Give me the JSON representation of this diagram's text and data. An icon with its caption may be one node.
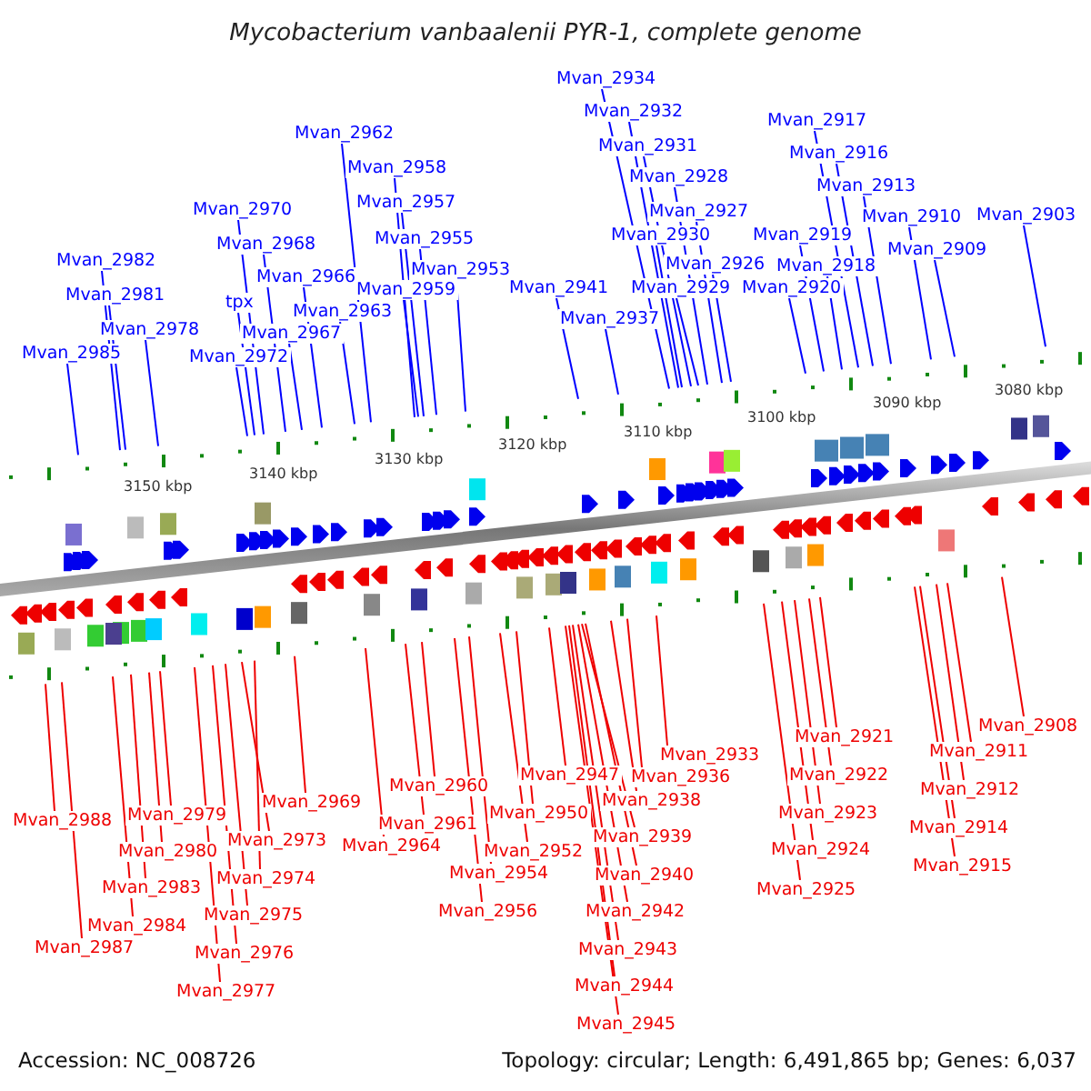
{
  "diagram": {
    "title": "Mycobacterium vanbaalenii PYR-1, complete genome",
    "nodes": [
      {
        "text": [
          "Mvan_2982"
        ]
      },
      {
        "text": [
          "Mvan_2981"
        ]
      },
      {
        "text": [
          "Mvan_2978"
        ]
      },
      {
        "text": [
          "Mvan_2985"
        ]
      },
      {
        "text": [
          "Mvan_2970"
        ]
      },
      {
        "text": [
          "Mvan_2968"
        ]
      },
      {
        "text": [
          "tpx"
        ]
      },
      {
        "text": [
          "Mvan_2972"
        ]
      },
      {
        "text": [
          "Mvan_2967"
        ]
      },
      {
        "text": [
          "Mvan_2966"
        ]
      },
      {
        "text": [
          "Mvan_2963"
        ]
      },
      {
        "text": [
          "Mvan_2962"
        ]
      },
      {
        "text": [
          "Mvan_2958"
        ]
      },
      {
        "text": [
          "Mvan_2957"
        ]
      },
      {
        "text": [
          "Mvan_2955"
        ]
      },
      {
        "text": [
          "Mvan_2959"
        ]
      },
      {
        "text": [
          "Mvan_2953"
        ]
      },
      {
        "text": [
          "Mvan_2941"
        ]
      },
      {
        "text": [
          "Mvan_2937"
        ]
      },
      {
        "text": [
          "Mvan_2934"
        ]
      },
      {
        "text": [
          "Mvan_2932"
        ]
      },
      {
        "text": [
          "Mvan_2931"
        ]
      },
      {
        "text": [
          "Mvan_2928"
        ]
      },
      {
        "text": [
          "Mvan_2927"
        ]
      },
      {
        "text": [
          "Mvan_2930"
        ]
      },
      {
        "text": [
          "Mvan_2926"
        ]
      },
      {
        "text": [
          "Mvan_2929"
        ]
      },
      {
        "text": [
          "Mvan_2920"
        ]
      },
      {
        "text": [
          "Mvan_2919"
        ]
      },
      {
        "text": [
          "Mvan_2918"
        ]
      },
      {
        "text": [
          "Mvan_2917"
        ]
      },
      {
        "text": [
          "Mvan_2916"
        ]
      },
      {
        "text": [
          "Mvan_2913"
        ]
      },
      {
        "text": [
          "Mvan_2910"
        ]
      },
      {
        "text": [
          "Mvan_2909"
        ]
      },
      {
        "text": [
          "Mvan_2903"
        ]
      },
      {
        "text": [
          "Mvan_2988"
        ]
      },
      {
        "text": [
          "Mvan_2987"
        ]
      },
      {
        "text": [
          "Mvan_2979"
        ]
      },
      {
        "text": [
          "Mvan_2980"
        ]
      },
      {
        "text": [
          "Mvan_2983"
        ]
      },
      {
        "text": [
          "Mvan_2984"
        ]
      },
      {
        "text": [
          "Mvan_2973"
        ]
      },
      {
        "text": [
          "Mvan_2974"
        ]
      },
      {
        "text": [
          "Mvan_2975"
        ]
      },
      {
        "text": [
          "Mvan_2976"
        ]
      },
      {
        "text": [
          "Mvan_2977"
        ]
      },
      {
        "text": [
          "Mvan_2969"
        ]
      },
      {
        "text": [
          "Mvan_2960"
        ]
      },
      {
        "text": [
          "Mvan_2961"
        ]
      },
      {
        "text": [
          "Mvan_2964"
        ]
      },
      {
        "text": [
          "Mvan_2956"
        ]
      },
      {
        "text": [
          "Mvan_2954"
        ]
      },
      {
        "text": [
          "Mvan_2952"
        ]
      },
      {
        "text": [
          "Mvan_2950"
        ]
      },
      {
        "text": [
          "Mvan_2947"
        ]
      },
      {
        "text": [
          "Mvan_2938"
        ]
      },
      {
        "text": [
          "Mvan_2939"
        ]
      },
      {
        "text": [
          "Mvan_2940"
        ]
      },
      {
        "text": [
          "Mvan_2942"
        ]
      },
      {
        "text": [
          "Mvan_2943"
        ]
      },
      {
        "text": [
          "Mvan_2944"
        ]
      },
      {
        "text": [
          "Mvan_2945"
        ]
      },
      {
        "text": [
          "Mvan_2936"
        ]
      },
      {
        "text": [
          "Mvan_2933"
        ]
      },
      {
        "text": [
          "Mvan_2921"
        ]
      },
      {
        "text": [
          "Mvan_2922"
        ]
      },
      {
        "text": [
          "Mvan_2923"
        ]
      },
      {
        "text": [
          "Mvan_2924"
        ]
      },
      {
        "text": [
          "Mvan_2925"
        ]
      },
      {
        "text": [
          "Mvan_2911"
        ]
      },
      {
        "text": [
          "Mvan_2912"
        ]
      },
      {
        "text": [
          "Mvan_2914"
        ]
      },
      {
        "text": [
          "Mvan_2915"
        ]
      },
      {
        "text": [
          "Mvan_2908"
        ]
      }
    ],
    "edges": [
      {
        "from": 0,
        "to": null,
        "arrow": "none",
        "color": "#0000ff"
      },
      {
        "from": 1,
        "to": null,
        "arrow": "none",
        "color": "#0000ff"
      },
      {
        "from": 2,
        "to": null,
        "arrow": "none",
        "color": "#0000ff"
      },
      {
        "from": 3,
        "to": null,
        "arrow": "none",
        "color": "#0000ff"
      },
      {
        "from": 4,
        "to": null,
        "arrow": "none",
        "color": "#0000ff"
      },
      {
        "from": 5,
        "to": null,
        "arrow": "none",
        "color": "#0000ff"
      },
      {
        "from": 6,
        "to": null,
        "arrow": "none",
        "color": "#0000ff"
      },
      {
        "from": 7,
        "to": null,
        "arrow": "none",
        "color": "#0000ff"
      },
      {
        "from": 8,
        "to": null,
        "arrow": "none",
        "color": "#0000ff"
      },
      {
        "from": 9,
        "to": null,
        "arrow": "none",
        "color": "#0000ff"
      },
      {
        "from": 10,
        "to": null,
        "arrow": "none",
        "color": "#0000ff"
      },
      {
        "from": 11,
        "to": null,
        "arrow": "none",
        "color": "#0000ff"
      },
      {
        "from": 12,
        "to": null,
        "arrow": "none",
        "color": "#0000ff"
      },
      {
        "from": 13,
        "to": null,
        "arrow": "none",
        "color": "#0000ff"
      },
      {
        "from": 14,
        "to": null,
        "arrow": "none",
        "color": "#0000ff"
      },
      {
        "from": 15,
        "to": null,
        "arrow": "none",
        "color": "#0000ff"
      },
      {
        "from": 16,
        "to": null,
        "arrow": "none",
        "color": "#0000ff"
      },
      {
        "from": 17,
        "to": null,
        "arrow": "none",
        "color": "#0000ff"
      },
      {
        "from": 18,
        "to": null,
        "arrow": "none",
        "color": "#0000ff"
      },
      {
        "from": 19,
        "to": null,
        "arrow": "none",
        "color": "#0000ff"
      },
      {
        "from": 20,
        "to": null,
        "arrow": "none",
        "color": "#0000ff"
      },
      {
        "from": 21,
        "to": null,
        "arrow": "none",
        "color": "#0000ff"
      },
      {
        "from": 22,
        "to": null,
        "arrow": "none",
        "color": "#0000ff"
      },
      {
        "from": 23,
        "to": null,
        "arrow": "none",
        "color": "#0000ff"
      },
      {
        "from": 24,
        "to": null,
        "arrow": "none",
        "color": "#0000ff"
      },
      {
        "from": 25,
        "to": null,
        "arrow": "none",
        "color": "#0000ff"
      },
      {
        "from": 26,
        "to": null,
        "arrow": "none",
        "color": "#0000ff"
      },
      {
        "from": 27,
        "to": null,
        "arrow": "none",
        "color": "#0000ff"
      },
      {
        "from": 28,
        "to": null,
        "arrow": "none",
        "color": "#0000ff"
      },
      {
        "from": 29,
        "to": null,
        "arrow": "none",
        "color": "#0000ff"
      },
      {
        "from": 30,
        "to": null,
        "arrow": "none",
        "color": "#0000ff"
      },
      {
        "from": 31,
        "to": null,
        "arrow": "none",
        "color": "#0000ff"
      },
      {
        "from": 32,
        "to": null,
        "arrow": "none",
        "color": "#0000ff"
      },
      {
        "from": 33,
        "to": null,
        "arrow": "none",
        "color": "#0000ff"
      },
      {
        "from": 34,
        "to": null,
        "arrow": "none",
        "color": "#0000ff"
      },
      {
        "from": 35,
        "to": null,
        "arrow": "none",
        "color": "#0000ff"
      },
      {
        "from": 36,
        "to": null,
        "arrow": "none"
      },
      {
        "from": 37,
        "to": null,
        "arrow": "none"
      },
      {
        "from": 38,
        "to": null,
        "arrow": "none"
      },
      {
        "from": 39,
        "to": null,
        "arrow": "none"
      },
      {
        "from": 40,
        "to": null,
        "arrow": "none"
      },
      {
        "from": 41,
        "to": null,
        "arrow": "none"
      },
      {
        "from": 42,
        "to": null,
        "arrow": "none"
      },
      {
        "from": 43,
        "to": null,
        "arrow": "none"
      },
      {
        "from": 44,
        "to": null,
        "arrow": "none"
      },
      {
        "from": 45,
        "to": null,
        "arrow": "none"
      },
      {
        "from": 46,
        "to": null,
        "arrow": "none"
      },
      {
        "from": 47,
        "to": null,
        "arrow": "none"
      },
      {
        "from": 48,
        "to": null,
        "arrow": "none"
      },
      {
        "from": 49,
        "to": null,
        "arrow": "none"
      },
      {
        "from": 50,
        "to": null,
        "arrow": "none"
      },
      {
        "from": 51,
        "to": null,
        "arrow": "none"
      },
      {
        "from": 52,
        "to": null,
        "arrow": "none"
      },
      {
        "from": 53,
        "to": null,
        "arrow": "none"
      },
      {
        "from": 54,
        "to": null,
        "arrow": "none"
      },
      {
        "from": 55,
        "to": null,
        "arrow": "none"
      },
      {
        "from": 56,
        "to": null,
        "arrow": "none"
      },
      {
        "from": 57,
        "to": null,
        "arrow": "none"
      },
      {
        "from": 58,
        "to": null,
        "arrow": "none"
      },
      {
        "from": 59,
        "to": null,
        "arrow": "none"
      },
      {
        "from": 60,
        "to": null,
        "arrow": "none"
      },
      {
        "from": 61,
        "to": null,
        "arrow": "none"
      },
      {
        "from": 62,
        "to": null,
        "arrow": "none"
      },
      {
        "from": 63,
        "to": null,
        "arrow": "none"
      },
      {
        "from": 64,
        "to": null,
        "arrow": "none"
      },
      {
        "from": 65,
        "to": null,
        "arrow": "none"
      },
      {
        "from": 66,
        "to": null,
        "arrow": "none"
      },
      {
        "from": 67,
        "to": null,
        "arrow": "none"
      },
      {
        "from": 68,
        "to": null,
        "arrow": "none"
      },
      {
        "from": 69,
        "to": null,
        "arrow": "none"
      },
      {
        "from": 70,
        "to": null,
        "arrow": "none"
      },
      {
        "from": 71,
        "to": null,
        "arrow": "none"
      },
      {
        "from": 72,
        "to": null,
        "arrow": "none"
      },
      {
        "from": 73,
        "to": null,
        "arrow": "none"
      },
      {
        "from": 74,
        "to": null,
        "arrow": "none"
      }
    ],
    "labels": [
      "3150 kbp",
      "3140 kbp",
      "3130 kbp",
      "3120 kbp",
      "3110 kbp",
      "3100 kbp",
      "3090 kbp",
      "3080 kbp",
      "Accession: NC_008726",
      "Topology: circular; Length: 6,491,865 bp; Genes: 6,037"
    ]
  }
}
